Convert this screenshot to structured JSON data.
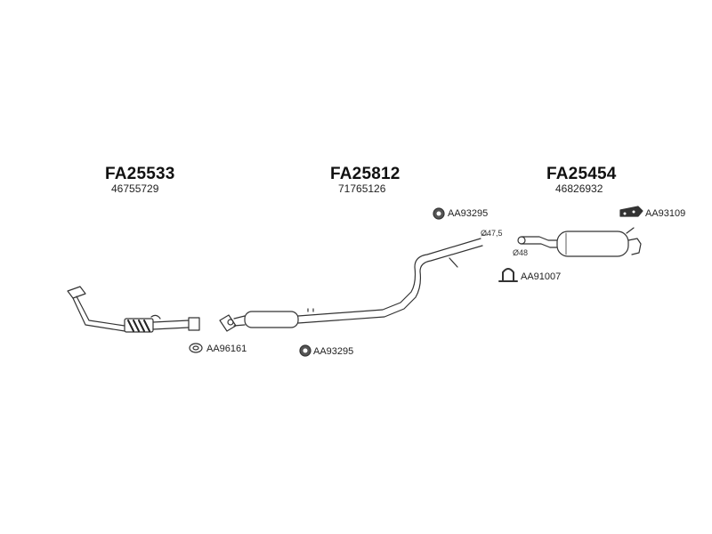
{
  "groups": [
    {
      "code": "FA25533",
      "number": "46755729"
    },
    {
      "code": "FA25812",
      "number": "71765126"
    },
    {
      "code": "FA25454",
      "number": "46826932"
    }
  ],
  "parts": {
    "clamp_a": "AA93295",
    "hanger": "AA93109",
    "clamp_b": "AA91007",
    "gasket": "AA96161",
    "clamp_c": "AA93295"
  },
  "dimensions": {
    "d1": "Ø47,5",
    "d2": "Ø48"
  }
}
